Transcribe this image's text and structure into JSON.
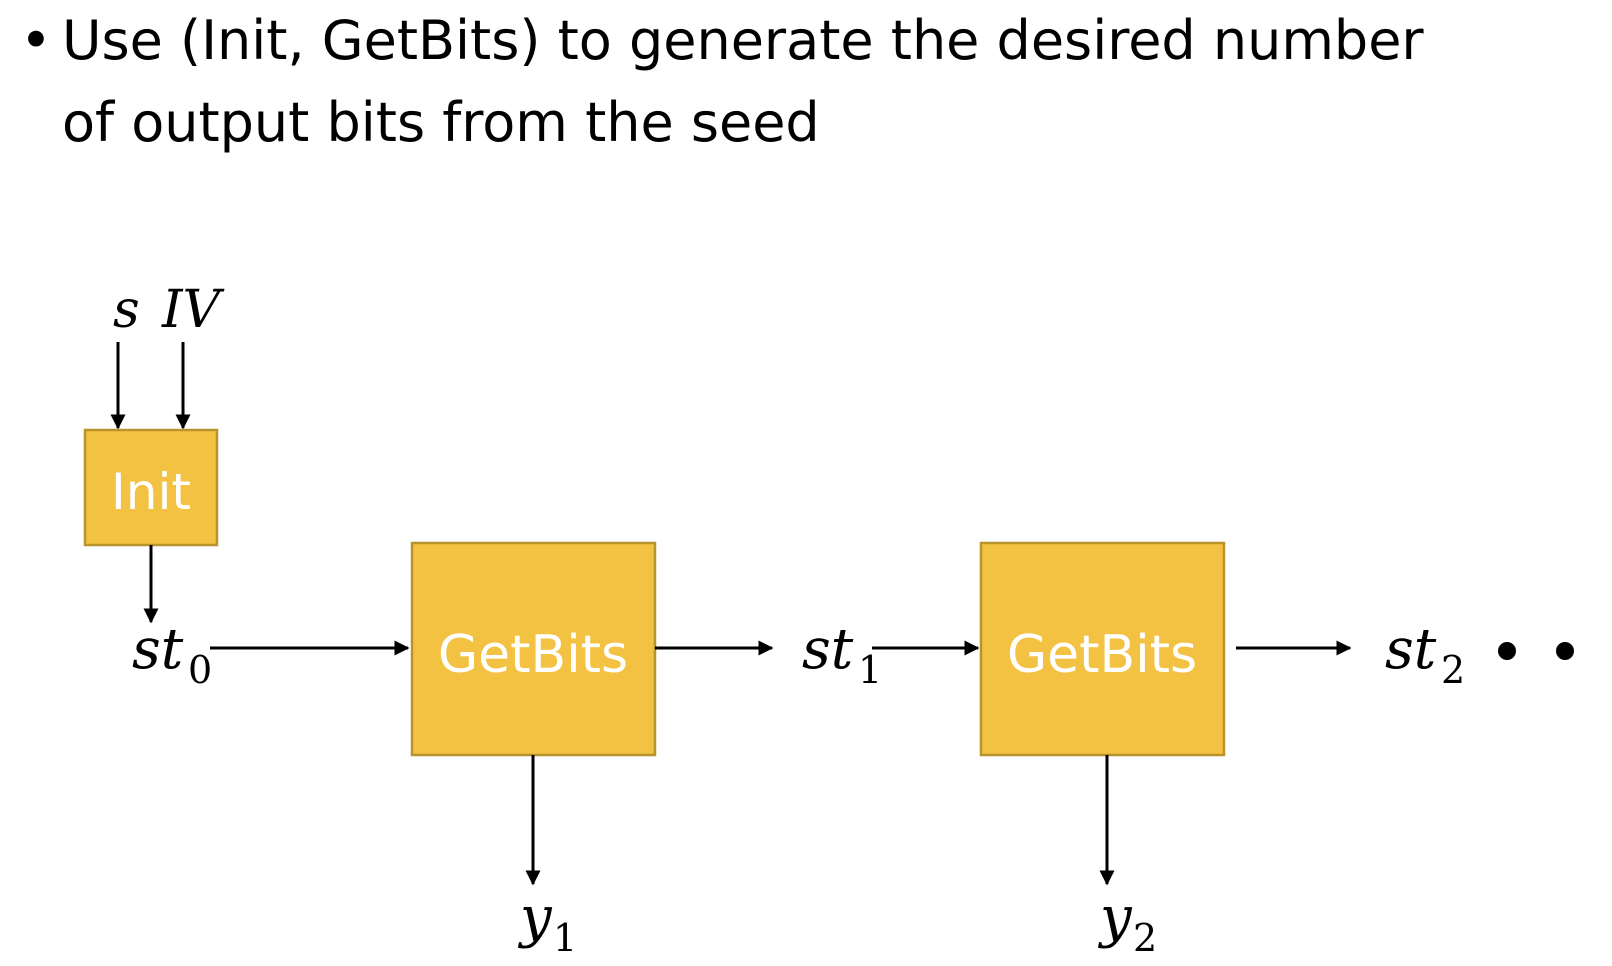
{
  "bullet": {
    "symbol": "•",
    "line1": "Use (Init, GetBits) to generate the desired number",
    "line2": "of output bits from the seed"
  },
  "diagram": {
    "inputs": {
      "seed": "s",
      "iv": "IV"
    },
    "init_label": "Init",
    "getbits_label": "GetBits",
    "states": [
      {
        "base": "st",
        "sub": "0"
      },
      {
        "base": "st",
        "sub": "1"
      },
      {
        "base": "st",
        "sub": "2"
      }
    ],
    "outputs": [
      {
        "base": "y",
        "sub": "1"
      },
      {
        "base": "y",
        "sub": "2"
      }
    ]
  }
}
